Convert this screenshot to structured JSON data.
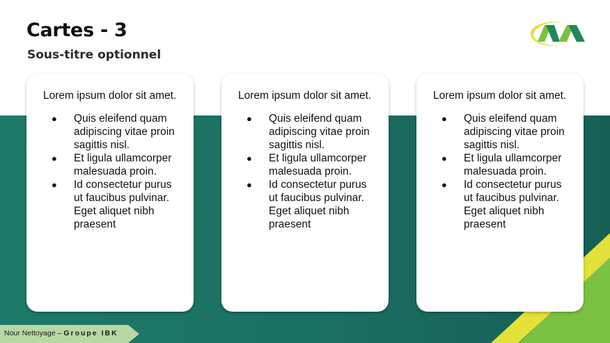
{
  "slide": {
    "title": "Cartes - 3",
    "subtitle": "Sous-titre optionnel"
  },
  "cards": [
    {
      "intro": "Lorem ipsum dolor sit amet.",
      "bullets": [
        "Quis eleifend quam adipiscing vitae proin sagittis nisl.",
        "Et ligula ullamcorper malesuada proin.",
        "Id consectetur purus ut faucibus pulvinar. Eget aliquet nibh praesent"
      ]
    },
    {
      "intro": "Lorem ipsum dolor sit amet.",
      "bullets": [
        "Quis eleifend quam adipiscing vitae proin sagittis nisl.",
        "Et ligula ullamcorper malesuada proin.",
        "Id consectetur purus ut faucibus pulvinar. Eget aliquet nibh praesent"
      ]
    },
    {
      "intro": "Lorem ipsum dolor sit amet.",
      "bullets": [
        "Quis eleifend quam adipiscing vitae proin sagittis nisl.",
        "Et ligula ullamcorper malesuada proin.",
        "Id consectetur purus ut faucibus pulvinar. Eget aliquet nibh praesent"
      ]
    }
  ],
  "bullet_glyph": "●",
  "footer": {
    "company": "Nour Nettoyage –",
    "group": "Groupe IBK"
  },
  "icons": {
    "logo": "company-logo-icon"
  },
  "colors": {
    "band_green": "#1b6e62",
    "accent_lime": "#7cc242",
    "accent_yellow": "#e3e13a",
    "footer_tab": "#b7d8a4"
  }
}
